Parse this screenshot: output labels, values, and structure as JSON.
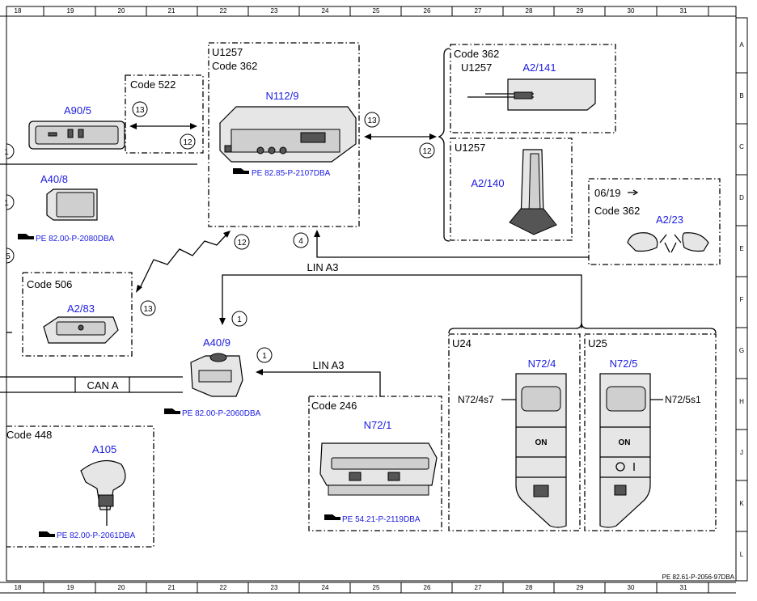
{
  "grid": {
    "columns": [
      "18",
      "19",
      "20",
      "21",
      "22",
      "23",
      "24",
      "25",
      "26",
      "27",
      "28",
      "29",
      "30",
      "31"
    ],
    "rows": [
      "A",
      "B",
      "C",
      "D",
      "E",
      "F",
      "G",
      "H",
      "J",
      "K",
      "L"
    ]
  },
  "boxes": {
    "code522": "Code 522",
    "u1257_main": "U1257",
    "code362_main": "Code 362",
    "code362_top": "Code 362",
    "u1257_top": "U1257",
    "u1257_right": "U1257",
    "date_0619": "06/19",
    "code362_mirror": "Code 362",
    "code506": "Code 506",
    "code246": "Code 246",
    "u24": "U24",
    "u25": "U25",
    "code448": "Code 448"
  },
  "components": {
    "a90_5": "A90/5",
    "n112_9": "N112/9",
    "a2_141": "A2/141",
    "a2_140": "A2/140",
    "a2_23": "A2/23",
    "a40_8": "A40/8",
    "a2_83": "A2/83",
    "a40_9": "A40/9",
    "n72_1": "N72/1",
    "n72_4": "N72/4",
    "n72_5": "N72/5",
    "a105": "A105",
    "n72_4s7": "N72/4s7",
    "n72_5s1": "N72/5s1"
  },
  "references": {
    "n112_9": "PE 82.85-P-2107DBA",
    "a40_8": "PE 82.00-P-2080DBA",
    "a40_9": "PE 82.00-P-2060DBA",
    "n72_1": "PE 54.21-P-2119DBA",
    "a105": "PE 82.00-P-2061DBA"
  },
  "buses": {
    "lin_top": "LIN A3",
    "lin_mid": "LIN A3",
    "can": "CAN A"
  },
  "button_labels": {
    "on_left": "ON",
    "on_right": "ON"
  },
  "markers": {
    "m13_a": "13",
    "m12_a": "12",
    "m13_b": "13",
    "m12_b": "12",
    "m12_c": "12",
    "m4": "4",
    "m13_c": "13",
    "m1_a": "1",
    "m1_b": "1"
  },
  "edge_partial": {
    "p1": "1",
    "p2": "1",
    "p3": "5"
  },
  "footer_id": "PE 82.61-P-2056-97DBA",
  "colors": {
    "label_blue": "#1c1ce0",
    "line": "#000000"
  }
}
